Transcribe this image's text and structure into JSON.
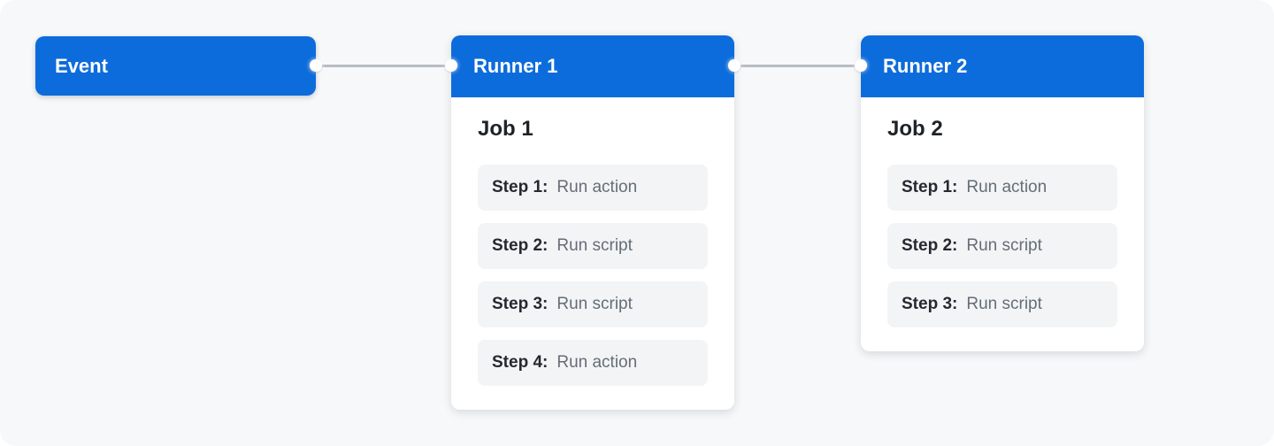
{
  "diagram": {
    "background_color": "#f6f8fa",
    "accent_blue": "#0d6cdb",
    "connector_color": "#b7bcc2",
    "step_pill_color": "#f2f4f6",
    "event": {
      "label": "Event"
    },
    "runners": [
      {
        "title": "Runner 1",
        "job": {
          "title": "Job 1",
          "steps": [
            {
              "label": "Step 1:",
              "action": "Run action"
            },
            {
              "label": "Step 2:",
              "action": "Run script"
            },
            {
              "label": "Step 3:",
              "action": "Run script"
            },
            {
              "label": "Step 4:",
              "action": "Run action"
            }
          ]
        }
      },
      {
        "title": "Runner 2",
        "job": {
          "title": "Job 2",
          "steps": [
            {
              "label": "Step 1:",
              "action": "Run action"
            },
            {
              "label": "Step 2:",
              "action": "Run script"
            },
            {
              "label": "Step 3:",
              "action": "Run script"
            }
          ]
        }
      }
    ]
  }
}
